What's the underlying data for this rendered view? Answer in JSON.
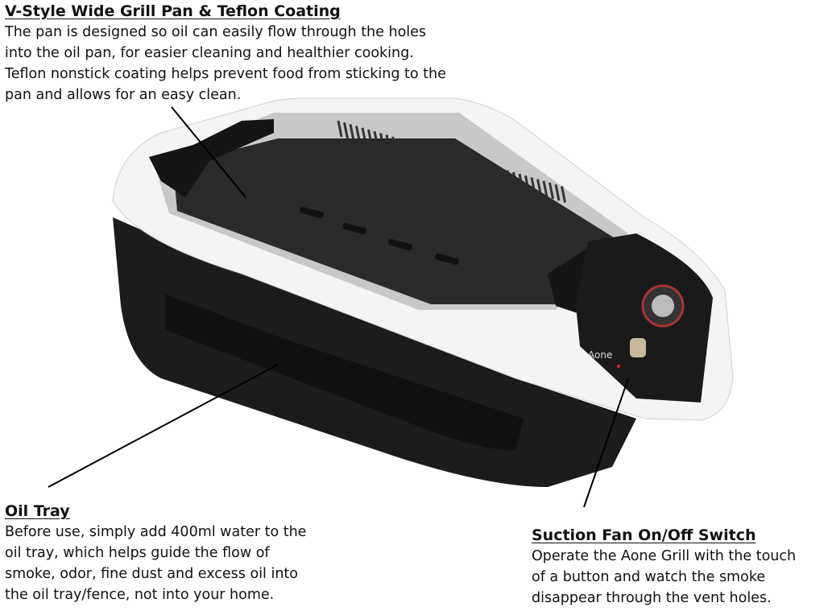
{
  "callouts": {
    "grill_pan": {
      "title": "V-Style Wide Grill Pan & Teflon Coating",
      "lines": [
        "The pan is designed so oil can easily flow through the holes",
        "into the oil pan, for easier cleaning and healthier cooking.",
        "Teflon nonstick coating helps prevent food from sticking to the",
        "pan and allows for an easy clean."
      ]
    },
    "oil_tray": {
      "title": "Oil Tray",
      "lines": [
        "Before use, simply add 400ml water to the",
        "oil tray, which helps guide the flow of",
        "smoke, odor, fine dust and excess oil into",
        "the oil tray/fence, not into your home."
      ]
    },
    "fan_switch": {
      "title": "Suction Fan On/Off Switch",
      "lines": [
        "Operate the Aone Grill with the touch",
        "of a button and watch the smoke",
        "disappear through the vent holes."
      ]
    }
  },
  "product": {
    "brand_logo": "Aone",
    "colors": {
      "body_white": "#f4f4f4",
      "body_black": "#1c1c1c",
      "plate": "#2a2a2a",
      "tray_silver": "#c8c8c8"
    }
  }
}
